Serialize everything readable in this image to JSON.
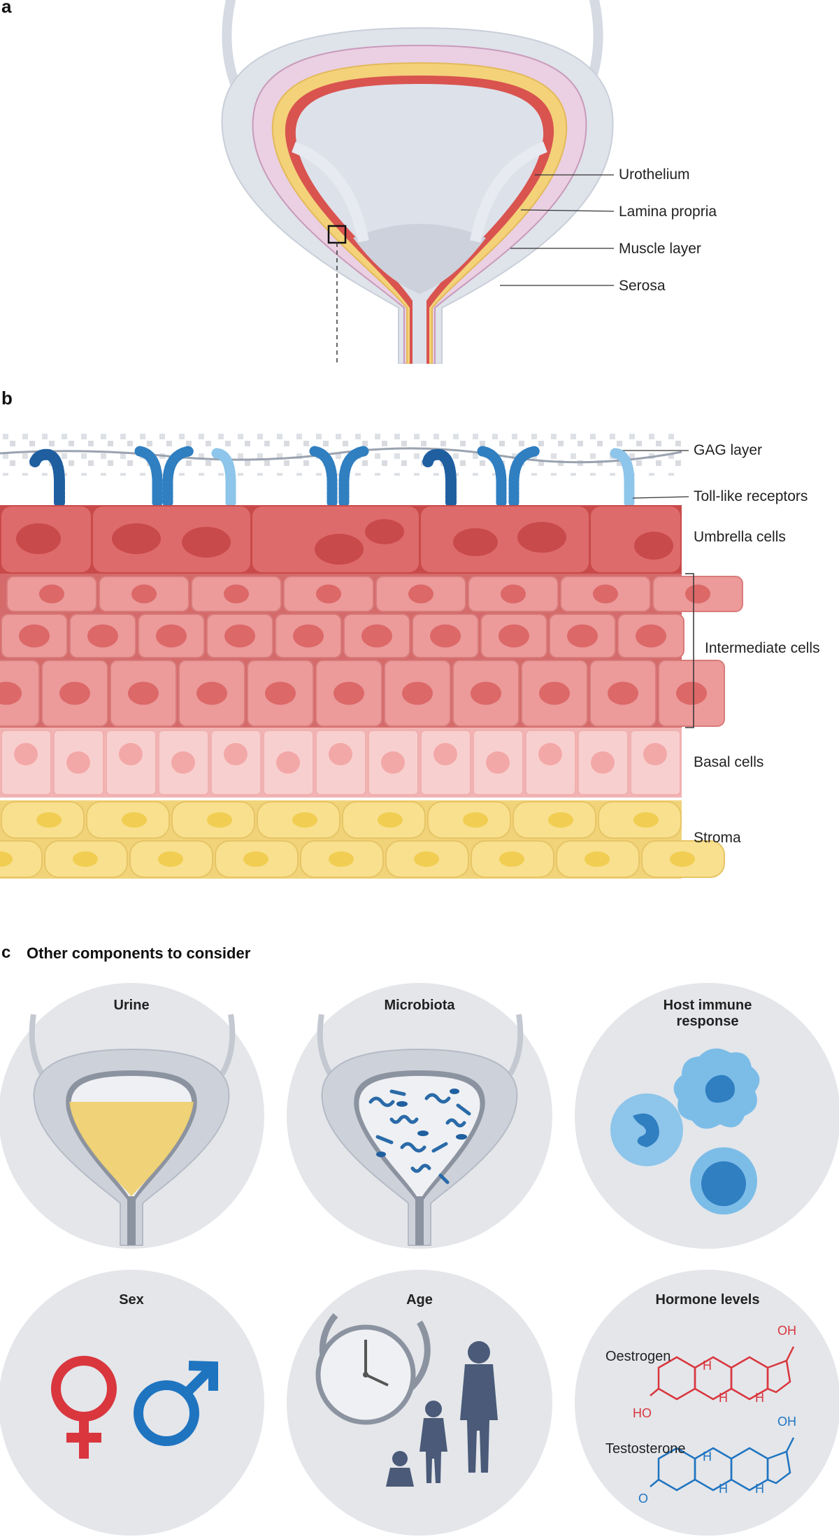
{
  "panels": {
    "a": {
      "letter": "a",
      "labels": [
        "Urothelium",
        "Lamina propria",
        "Muscle layer",
        "Serosa"
      ]
    },
    "b": {
      "letter": "b",
      "labels": [
        "GAG layer",
        "Toll-like receptors",
        "Umbrella cells",
        "Intermediate cells",
        "Basal cells",
        "Stroma"
      ]
    },
    "c": {
      "letter": "c",
      "title": "Other components to consider",
      "circles": [
        {
          "title": "Urine"
        },
        {
          "title": "Microbiota"
        },
        {
          "title": "Host immune\nresponse"
        },
        {
          "title": "Sex"
        },
        {
          "title": "Age"
        },
        {
          "title": "Hormone levels"
        }
      ],
      "hormones": {
        "oestrogen": "Oestrogen",
        "testosterone": "Testosterone",
        "oh": "OH",
        "ho": "HO",
        "h": "H",
        "o": "O"
      }
    }
  },
  "colors": {
    "bladder_outer": "#dfe3ea",
    "lamina": "#f3d27a",
    "urothelium": "#d9534f",
    "muscle": "#e8c8dc",
    "receptor": "#2f7fc1",
    "umbrella": "#de6b6b",
    "intermediate": "#ea8a8a",
    "basal": "#f6c0c0",
    "stroma": "#f8e08e",
    "female": "#d9363e",
    "male": "#1f74c0",
    "oestrogen": "#d9363e",
    "testosterone": "#1f74c0"
  }
}
